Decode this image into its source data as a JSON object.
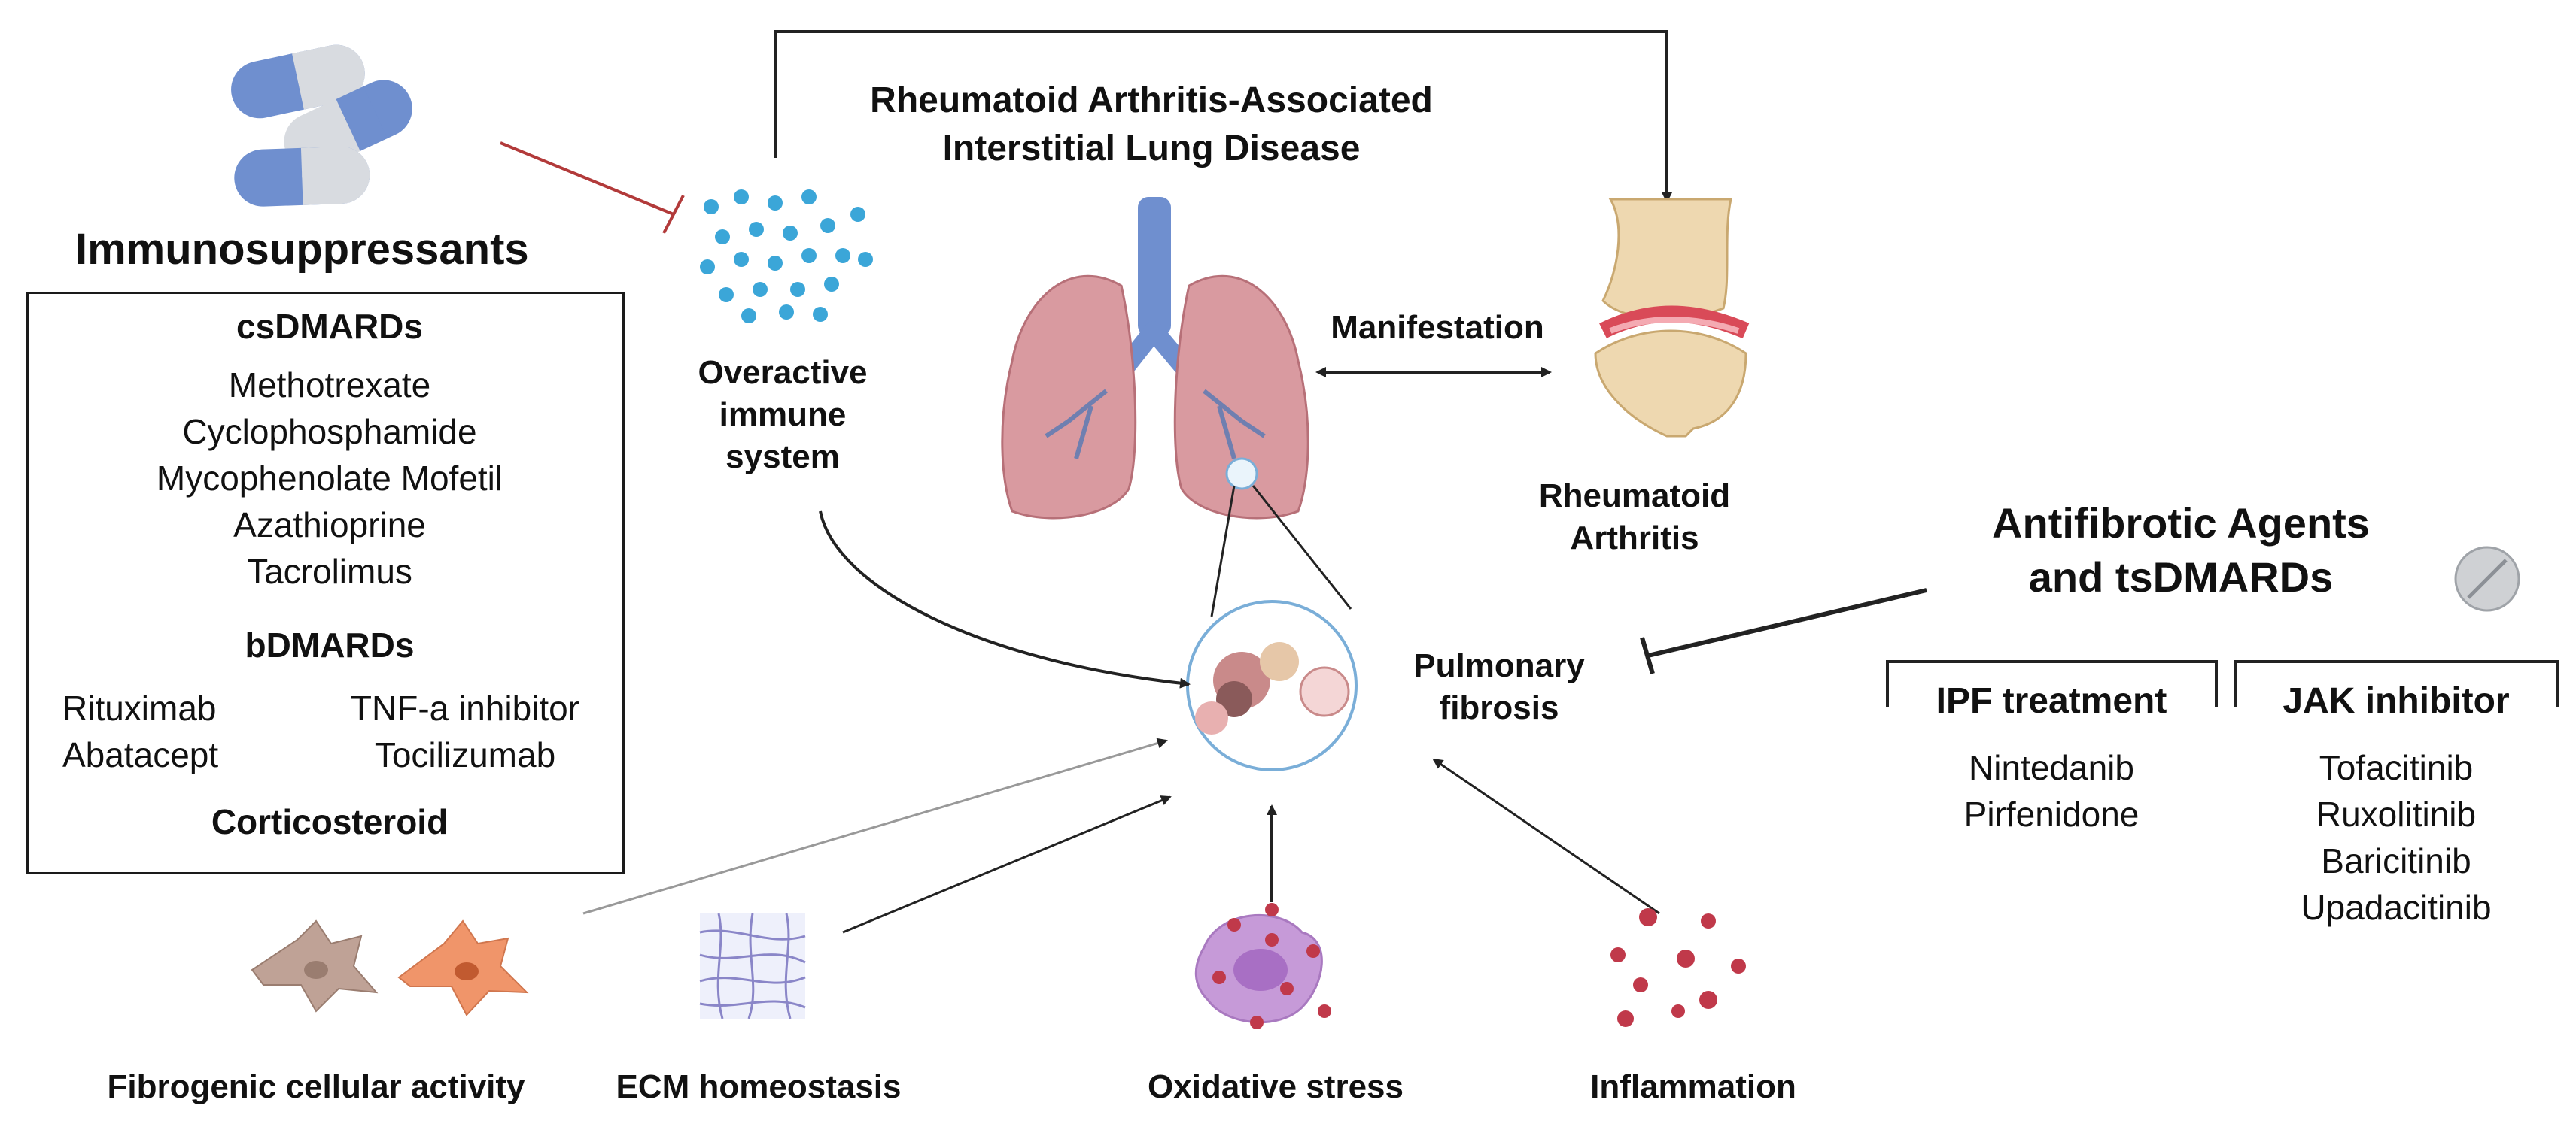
{
  "title": {
    "line1": "Rheumatoid Arthritis-Associated",
    "line2": "Interstitial Lung Disease"
  },
  "immunosuppressants": {
    "heading": "Immunosuppressants",
    "csdmards": {
      "heading": "csDMARDs",
      "items": [
        "Methotrexate",
        "Cyclophosphamide",
        "Mycophenolate Mofetil",
        "Azathioprine",
        "Tacrolimus"
      ]
    },
    "bdmards": {
      "heading": "bDMARDs",
      "left": [
        "Rituximab",
        "Abatacept"
      ],
      "right": [
        "TNF-a inhibitor",
        "Tocilizumab"
      ]
    },
    "corticosteroid": "Corticosteroid"
  },
  "labels": {
    "overactive_immune": [
      "Overactive",
      "immune",
      "system"
    ],
    "manifestation": "Manifestation",
    "rheumatoid_arthritis": [
      "Rheumatoid",
      "Arthritis"
    ],
    "pulmonary_fibrosis": [
      "Pulmonary",
      "fibrosis"
    ]
  },
  "antifibrotic": {
    "heading": [
      "Antifibrotic Agents",
      "and tsDMARDs"
    ],
    "ipf": {
      "heading": "IPF treatment",
      "items": [
        "Nintedanib",
        "Pirfenidone"
      ]
    },
    "jak": {
      "heading": "JAK inhibitor",
      "items": [
        "Tofacitinib",
        "Ruxolitinib",
        "Baricitinib",
        "Upadacitinib"
      ]
    }
  },
  "factors": {
    "fibrogenic": "Fibrogenic cellular activity",
    "ecm": "ECM homeostasis",
    "oxidative": "Oxidative stress",
    "inflammation": "Inflammation"
  },
  "colors": {
    "inhibit_red": "#b23a3a",
    "arrow": "#222222",
    "lung": "#d99aa0",
    "immune_dot": "#3ba6d8",
    "pill_blue": "#6f8fcf"
  }
}
